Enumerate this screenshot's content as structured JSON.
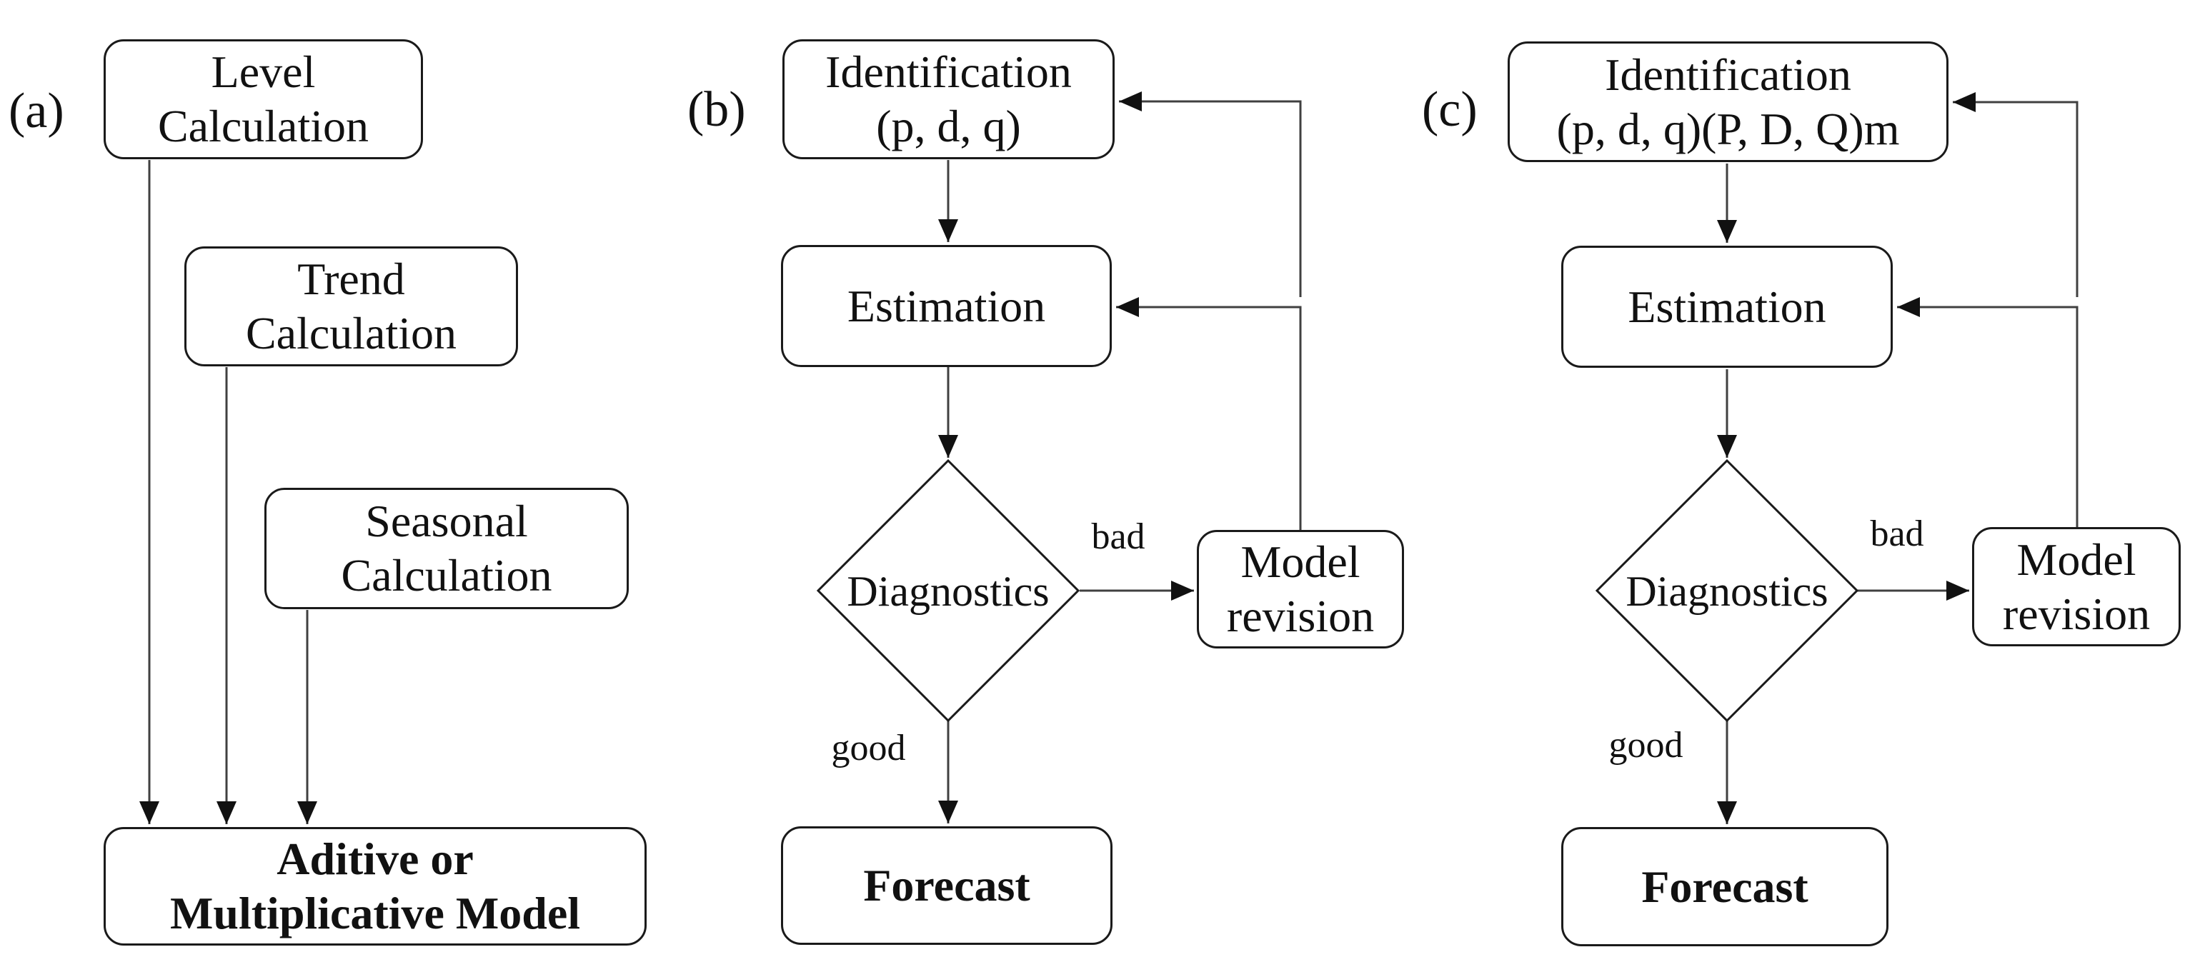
{
  "figure": {
    "type": "flowchart",
    "background": "#ffffff"
  },
  "colors": {
    "border": "#1a1a1a",
    "line": "#404040",
    "arrowhead": "#111111",
    "text": "#111111"
  },
  "panel_a": {
    "label": "(a)",
    "level": {
      "line1": "Level",
      "line2": "Calculation"
    },
    "trend": {
      "line1": "Trend",
      "line2": "Calculation"
    },
    "seasonal": {
      "line1": "Seasonal",
      "line2": "Calculation"
    },
    "model": {
      "line1": "Aditive or",
      "line2": "Multiplicative Model"
    }
  },
  "panel_b": {
    "label": "(b)",
    "identification": {
      "line1": "Identification",
      "line2": "(p, d, q)"
    },
    "estimation": "Estimation",
    "diagnostics": "Diagnostics",
    "model_revision": {
      "line1": "Model",
      "line2": "revision"
    },
    "forecast": "Forecast",
    "bad_label": "bad",
    "good_label": "good"
  },
  "panel_c": {
    "label": "(c)",
    "identification": {
      "line1": "Identification",
      "line2": "(p, d, q)(P, D, Q)m"
    },
    "estimation": "Estimation",
    "diagnostics": "Diagnostics",
    "model_revision": {
      "line1": "Model",
      "line2": "revision"
    },
    "forecast": "Forecast",
    "bad_label": "bad",
    "good_label": "good"
  }
}
